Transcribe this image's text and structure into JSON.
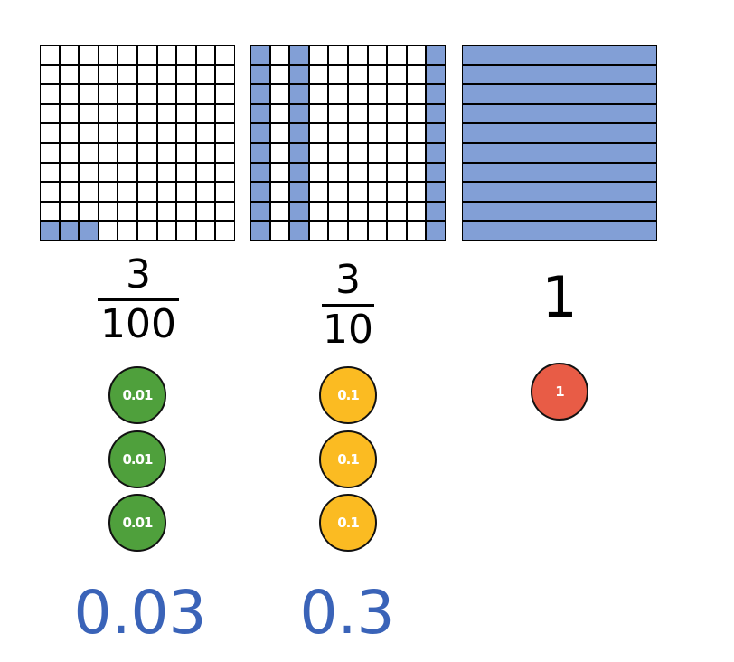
{
  "colors": {
    "shade": "#829fd6",
    "hundredth": "#4fa03c",
    "tenth": "#fbbb22",
    "one": "#e85c46",
    "decimal": "#3a63b8"
  },
  "hundredths_grid": {
    "shaded_cells": [
      {
        "row": 10,
        "col": 1
      },
      {
        "row": 10,
        "col": 2
      },
      {
        "row": 10,
        "col": 3
      }
    ]
  },
  "tenths_grid": {
    "shaded_columns": [
      1,
      3,
      10
    ]
  },
  "whole_grid": {
    "rows": 10,
    "all_shaded": true
  },
  "columns": [
    {
      "numerator": "3",
      "denominator": "100",
      "chip_label": "0.01",
      "chip_count": 3,
      "decimal": "0.03"
    },
    {
      "numerator": "3",
      "denominator": "10",
      "chip_label": "0.1",
      "chip_count": 3,
      "decimal": "0.3"
    },
    {
      "whole": "1",
      "chip_label": "1",
      "chip_count": 1
    }
  ]
}
